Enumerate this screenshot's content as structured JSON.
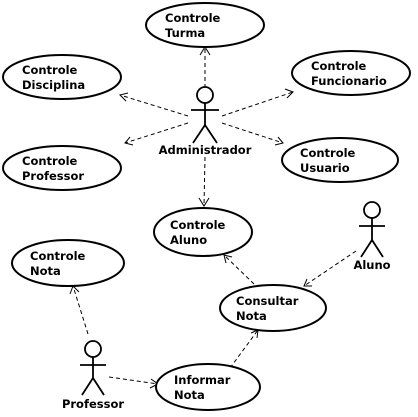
{
  "use_cases": {
    "controle_turma": [
      "Controle",
      "Turma"
    ],
    "controle_disciplina": [
      "Controle",
      "Disciplina"
    ],
    "controle_funcionario": [
      "Controle",
      "Funcionario"
    ],
    "controle_professor": [
      "Controle",
      "Professor"
    ],
    "controle_usuario": [
      "Controle",
      "Usuario"
    ],
    "controle_aluno": [
      "Controle",
      "Aluno"
    ],
    "controle_nota": [
      "Controle",
      "Nota"
    ],
    "consultar_nota": [
      "Consultar",
      "Nota"
    ],
    "informar_nota": [
      "Informar",
      "Nota"
    ]
  },
  "actors": {
    "administrador": "Administrador",
    "aluno": "Aluno",
    "professor": "Professor"
  }
}
